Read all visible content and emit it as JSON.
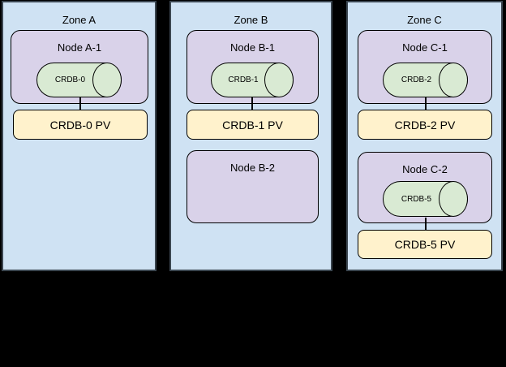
{
  "palette": {
    "page_bg": "#000000",
    "zone_fill": "#cfe2f3",
    "zone_border": "#3b4650",
    "node_fill": "#d9d2e9",
    "pod_fill": "#d9ead3",
    "pv_fill": "#fff2cc",
    "line_color": "#000000"
  },
  "zones": [
    {
      "title": "Zone A",
      "nodes": [
        {
          "label": "Node A-1",
          "pod": "CRDB-0",
          "pv": "CRDB-0 PV"
        }
      ]
    },
    {
      "title": "Zone B",
      "nodes": [
        {
          "label": "Node B-1",
          "pod": "CRDB-1",
          "pv": "CRDB-1 PV"
        },
        {
          "label": "Node B-2"
        }
      ]
    },
    {
      "title": "Zone C",
      "nodes": [
        {
          "label": "Node C-1",
          "pod": "CRDB-2",
          "pv": "CRDB-2 PV"
        },
        {
          "label": "Node C-2",
          "pod": "CRDB-5",
          "pv": "CRDB-5 PV"
        }
      ]
    }
  ]
}
